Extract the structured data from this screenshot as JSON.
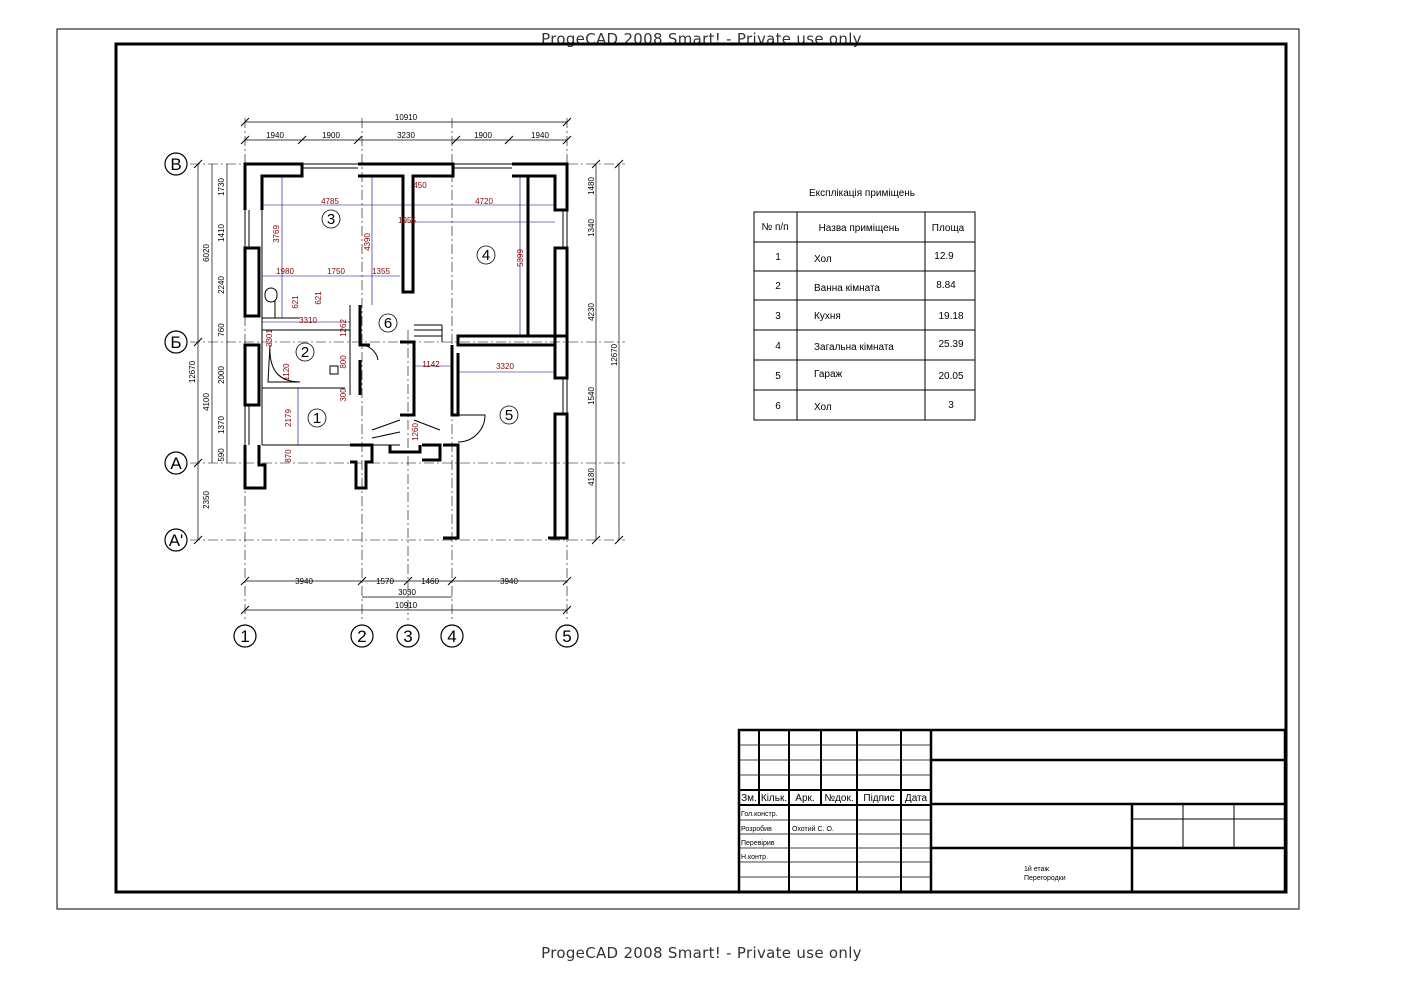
{
  "watermark": "ProgeCAD 2008 Smart! - Private use only",
  "plan": {
    "dims_top": [
      "10910",
      "1940",
      "1900",
      "3230",
      "1900",
      "1940"
    ],
    "dims_bottom": [
      "3940",
      "1570",
      "1460",
      "3940",
      "3030",
      "10910"
    ],
    "dims_left": [
      "1730",
      "1410",
      "2240",
      "760",
      "2000",
      "1370",
      "590",
      "6020",
      "12670",
      "4100",
      "2350"
    ],
    "dims_right": [
      "1480",
      "1340",
      "4230",
      "1540",
      "4180",
      "12670"
    ],
    "dims_inner": [
      "4785",
      "4720",
      "450",
      "1955",
      "3769",
      "4390",
      "5399",
      "1980",
      "1750",
      "1355",
      "3310",
      "621",
      "621",
      "1262",
      "3301",
      "2179",
      "870",
      "800",
      "300",
      "1142",
      "3320",
      "1260",
      "1120"
    ],
    "axes_rows": [
      "В",
      "Б",
      "А",
      "А'"
    ],
    "axes_cols": [
      "1",
      "2",
      "3",
      "4",
      "5"
    ],
    "room_numbers": [
      "1",
      "2",
      "3",
      "4",
      "5",
      "6"
    ]
  },
  "explication": {
    "title": "Експлікація приміщень",
    "headers": [
      "№ п/п",
      "Назва приміщень",
      "Площа"
    ],
    "rows": [
      [
        "1",
        "Хол",
        "12.9"
      ],
      [
        "2",
        "Ванна кімната",
        "8.84"
      ],
      [
        "3",
        "Кухня",
        "19.18"
      ],
      [
        "4",
        "Загальна кімната",
        "25.39"
      ],
      [
        "5",
        "Гараж",
        "20.05"
      ],
      [
        "6",
        "Хол",
        "3"
      ]
    ]
  },
  "stamp": {
    "col_headers": [
      "Зм.",
      "Кільк.",
      "Арк.",
      "№док.",
      "Підпис",
      "Дата"
    ],
    "roles": [
      "Гол.констр.",
      "Розробив",
      "Перевірив",
      "Н.контр."
    ],
    "developer": "Охотий С. О.",
    "sheet_title_1": "1й етаж",
    "sheet_title_2": "Перегородки"
  }
}
